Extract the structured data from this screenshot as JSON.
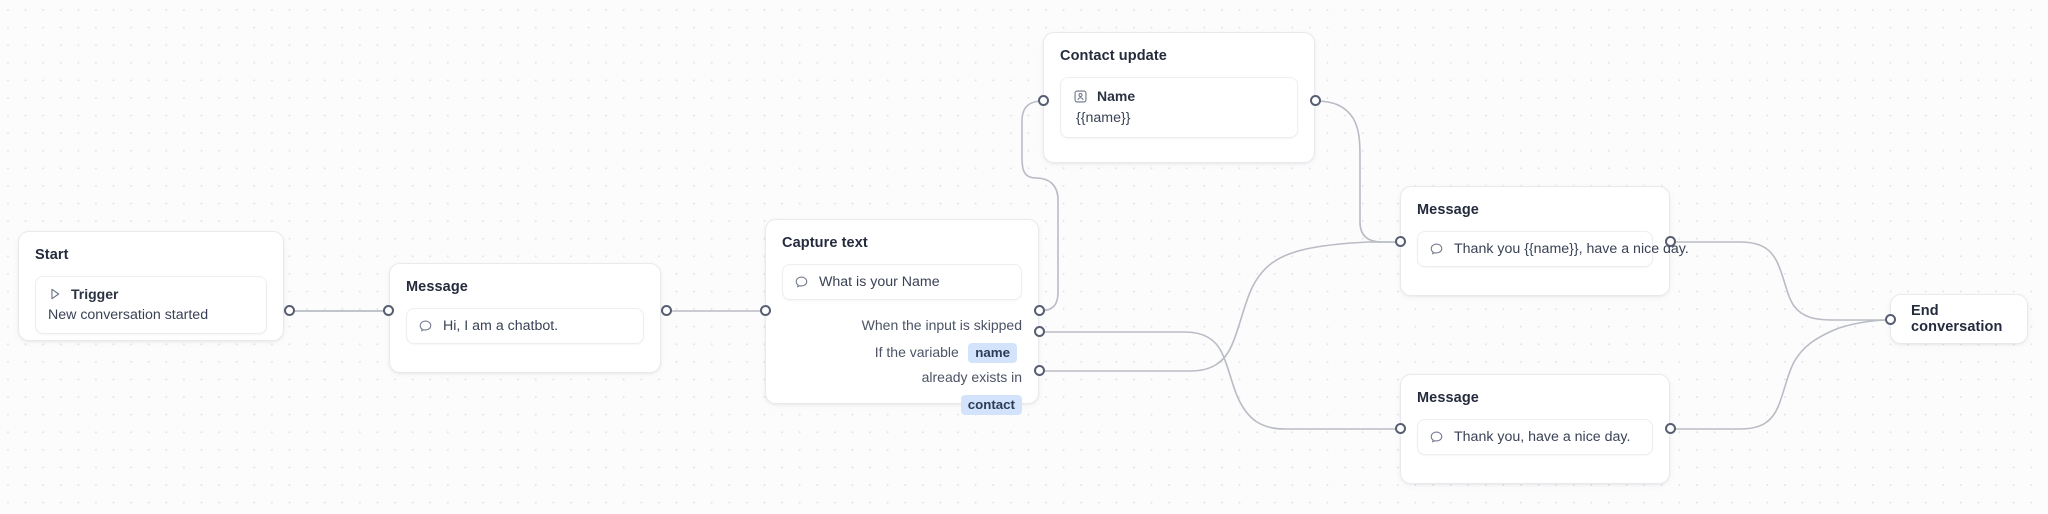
{
  "canvas": {
    "background": "#fbfbfc",
    "dot_color": "#d8dae0",
    "edge_color": "#b9bcc4",
    "port_color": "#575e72",
    "chip_bg": "#d3e3fb",
    "chip_text": "#2b3c57"
  },
  "nodes": {
    "start": {
      "title": "Start",
      "trigger": {
        "icon": "play-icon",
        "label": "Trigger",
        "description": "New conversation started"
      }
    },
    "message_1": {
      "title": "Message",
      "icon": "chat-bubble-icon",
      "text": "Hi, I am a chatbot."
    },
    "capture": {
      "title": "Capture text",
      "icon": "chat-bubble-icon",
      "prompt": "What is your Name",
      "skipped_label": "When the input is skipped",
      "exists_prefix": "If the variable",
      "exists_variable": "name",
      "exists_middle": "already exists in",
      "exists_target": "contact"
    },
    "contact_update": {
      "title": "Contact update",
      "field": {
        "icon": "contact-card-icon",
        "label": "Name",
        "value": "{{name}}"
      }
    },
    "message_2": {
      "title": "Message",
      "icon": "chat-bubble-icon",
      "text": "Thank you {{name}}, have a nice day."
    },
    "message_3": {
      "title": "Message",
      "icon": "chat-bubble-icon",
      "text": "Thank you, have a nice day."
    },
    "end": {
      "title": "End conversation"
    }
  }
}
